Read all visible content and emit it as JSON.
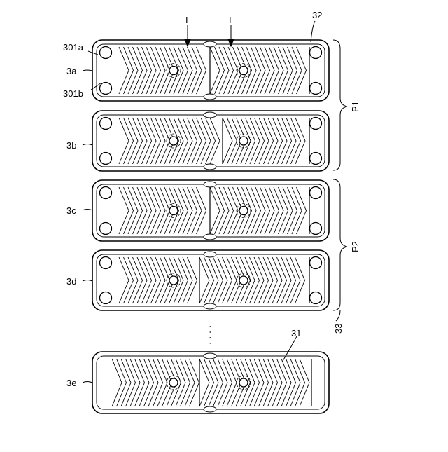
{
  "figure": {
    "plates": [
      {
        "label": "3a",
        "ports": 4
      },
      {
        "label": "3b",
        "ports": 4
      },
      {
        "label": "3c",
        "ports": 4
      },
      {
        "label": "3d",
        "ports": 4
      },
      {
        "label": "3e",
        "ports": 0
      }
    ],
    "labels": {
      "port_a": "301a",
      "port_b": "301b",
      "frame": "32",
      "section_arrow": "I",
      "group_p1": "P1",
      "group_p2": "P2",
      "bracket_end": "33",
      "pattern": "31",
      "ellipsis": "·  ·  ·  ·"
    },
    "colors": {
      "line": "#000000",
      "background": "#ffffff"
    }
  }
}
